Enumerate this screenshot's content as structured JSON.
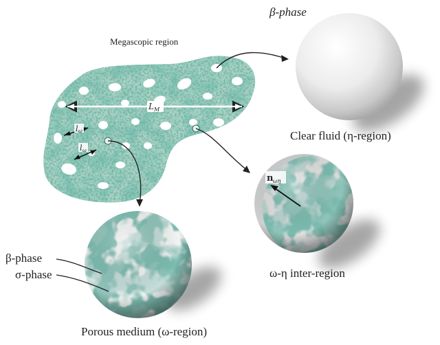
{
  "labels": {
    "megascopic": "Megascopic region",
    "beta_top": "β-phase",
    "clear_fluid": "Clear fluid (η-region)",
    "inter_region": "ω-η inter-region",
    "porous": "Porous medium (ω-region)",
    "beta_left": "β-phase",
    "sigma_left": "σ-phase",
    "LM": "L",
    "LM_sub": "M",
    "lw1": "l",
    "lw1_sub": "ω",
    "lw2": "l",
    "lw2_sub": "ω",
    "normal": "n",
    "normal_sub": "ωη"
  },
  "colors": {
    "teal": "#3f8f7a",
    "teal_dark": "#2b6b5a",
    "teal_light": "#8cc5b3",
    "mist": "#e8efec"
  },
  "icons": {
    "clear_fluid_sphere": "sphere-white",
    "porous_sphere": "sphere-textured",
    "inter_sphere": "sphere-cut"
  }
}
